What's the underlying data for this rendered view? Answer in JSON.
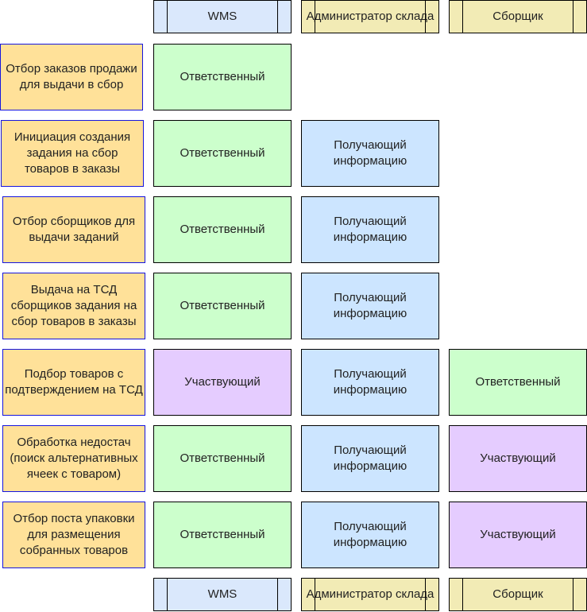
{
  "headers": [
    "WMS",
    "Администратор склада",
    "Сборщик"
  ],
  "rows": [
    {
      "task": "Отбор заказов продажи для выдачи в сбор",
      "cells": [
        "Ответственный",
        null,
        null
      ]
    },
    {
      "task": "Инициация создания задания на сбор товаров в заказы",
      "cells": [
        "Ответственный",
        "Получающий информацию",
        null
      ]
    },
    {
      "task": "Отбор сборщиков для выдачи заданий",
      "cells": [
        "Ответственный",
        "Получающий информацию",
        null
      ]
    },
    {
      "task": "Выдача на ТСД сборщиков задания на сбор товаров в заказы",
      "cells": [
        "Ответственный",
        "Получающий информацию",
        null
      ]
    },
    {
      "task": "Подбор товаров с подтверждением на ТСД",
      "cells": [
        "Участвующий",
        "Получающий информацию",
        "Ответственный"
      ]
    },
    {
      "task": "Обработка недостач (поиск альтернативных ячеек с товаром)",
      "cells": [
        "Ответственный",
        "Получающий информацию",
        "Участвующий"
      ]
    },
    {
      "task": "Отбор поста упаковки для размещения собранных товаров",
      "cells": [
        "Ответственный",
        "Получающий информацию",
        "Участвующий"
      ]
    }
  ],
  "colors": {
    "Ответственный": "#ccffcc",
    "Получающий информацию": "#cce5ff",
    "Участвующий": "#e5ccff"
  }
}
